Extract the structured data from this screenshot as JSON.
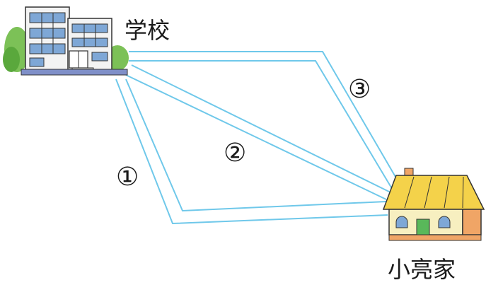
{
  "labels": {
    "school": "学校",
    "home": "小亮家"
  },
  "routes": [
    {
      "id": "1",
      "marker": "①"
    },
    {
      "id": "2",
      "marker": "②"
    },
    {
      "id": "3",
      "marker": "③"
    }
  ],
  "colors": {
    "road": "#6fc8ea",
    "building_wall": "#f3f3f3",
    "building_window": "#7ea7d6",
    "school_base": "#7f8fc8",
    "bush": "#7cc157",
    "roof": "#f4d24a",
    "house_wall": "#f7efc0",
    "house_base": "#f0a566",
    "door": "#59b85a"
  }
}
